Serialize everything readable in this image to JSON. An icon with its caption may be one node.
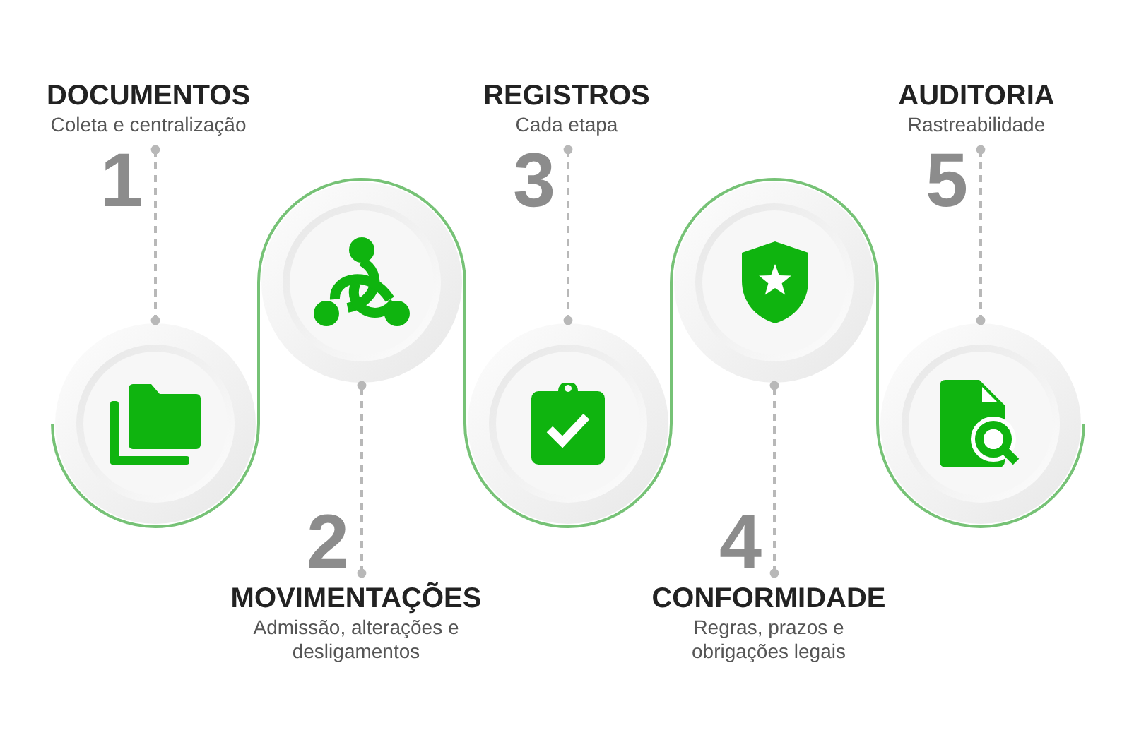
{
  "diagram": {
    "nodes": [
      {
        "text": [
          "DOCUMENTOS",
          "Coleta e centralização"
        ],
        "beside": [
          "1"
        ]
      },
      {
        "text": [],
        "shape": "circle"
      },
      {
        "text": [],
        "shape": "circle"
      },
      {
        "text": [
          "MOVIMENTAÇÕES",
          "Admissão, alterações e desligamentos"
        ],
        "beside": [
          "2"
        ]
      },
      {
        "text": [
          "REGISTROS",
          "Cada etapa"
        ],
        "beside": [
          "3"
        ]
      },
      {
        "text": [],
        "shape": "circle"
      },
      {
        "text": [],
        "shape": "circle"
      },
      {
        "text": [
          "CONFORMIDADE",
          "Regras, prazos e obrigações legais"
        ],
        "beside": [
          "4"
        ]
      },
      {
        "text": [
          "AUDITORIA",
          "Rastreabilidade"
        ],
        "beside": [
          "5"
        ]
      },
      {
        "text": [],
        "shape": "circle"
      }
    ],
    "edges": [
      {
        "from": 0,
        "to": 1,
        "arrow": "other",
        "style": "dashed"
      },
      {
        "from": 1,
        "to": 2,
        "arrow": "none",
        "color": "#76c276"
      },
      {
        "from": 3,
        "to": 2,
        "arrow": "other",
        "style": "dashed"
      },
      {
        "from": 2,
        "to": 5,
        "arrow": "none",
        "color": "#76c276"
      },
      {
        "from": 4,
        "to": 5,
        "arrow": "other",
        "style": "dashed"
      },
      {
        "from": 5,
        "to": 6,
        "arrow": "none",
        "color": "#76c276"
      },
      {
        "from": 7,
        "to": 6,
        "arrow": "other",
        "style": "dashed"
      },
      {
        "from": 6,
        "to": 9,
        "arrow": "none",
        "color": "#76c276"
      },
      {
        "from": 8,
        "to": 9,
        "arrow": "other",
        "style": "dashed"
      }
    ]
  }
}
